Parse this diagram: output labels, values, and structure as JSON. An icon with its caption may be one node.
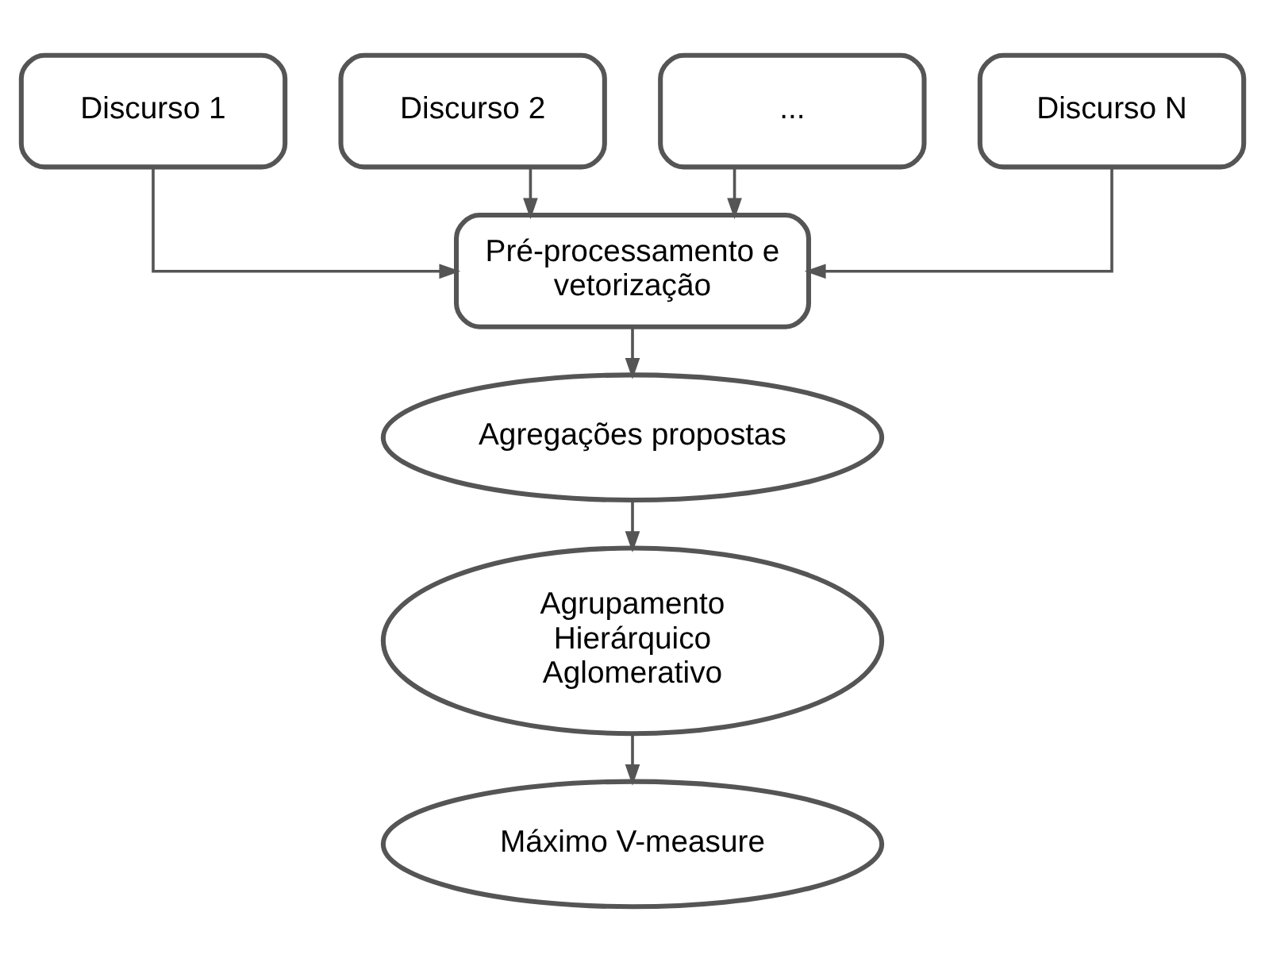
{
  "diagram": {
    "nodes": [
      {
        "text": [
          "Discurso 1"
        ]
      },
      {
        "text": [
          "Discurso 2"
        ]
      },
      {
        "text": [
          "..."
        ]
      },
      {
        "text": [
          "Discurso N"
        ]
      },
      {
        "text": [
          "Pré-processamento e vetorização"
        ]
      },
      {
        "text": [
          "Agregações propostas"
        ]
      },
      {
        "text": [
          "Agrupamento Hierárquico Aglomerativo"
        ]
      },
      {
        "text": [
          "Máximo V-measure"
        ]
      }
    ],
    "edges": [
      {
        "from": 0,
        "to": 4,
        "arrow": "to"
      },
      {
        "from": 1,
        "to": 4,
        "arrow": "to"
      },
      {
        "from": 2,
        "to": 4,
        "arrow": "to"
      },
      {
        "from": 3,
        "to": 4,
        "arrow": "to"
      },
      {
        "from": 4,
        "to": 5,
        "arrow": "to"
      },
      {
        "from": 5,
        "to": 6,
        "arrow": "to"
      },
      {
        "from": 6,
        "to": 7,
        "arrow": "to"
      }
    ]
  }
}
